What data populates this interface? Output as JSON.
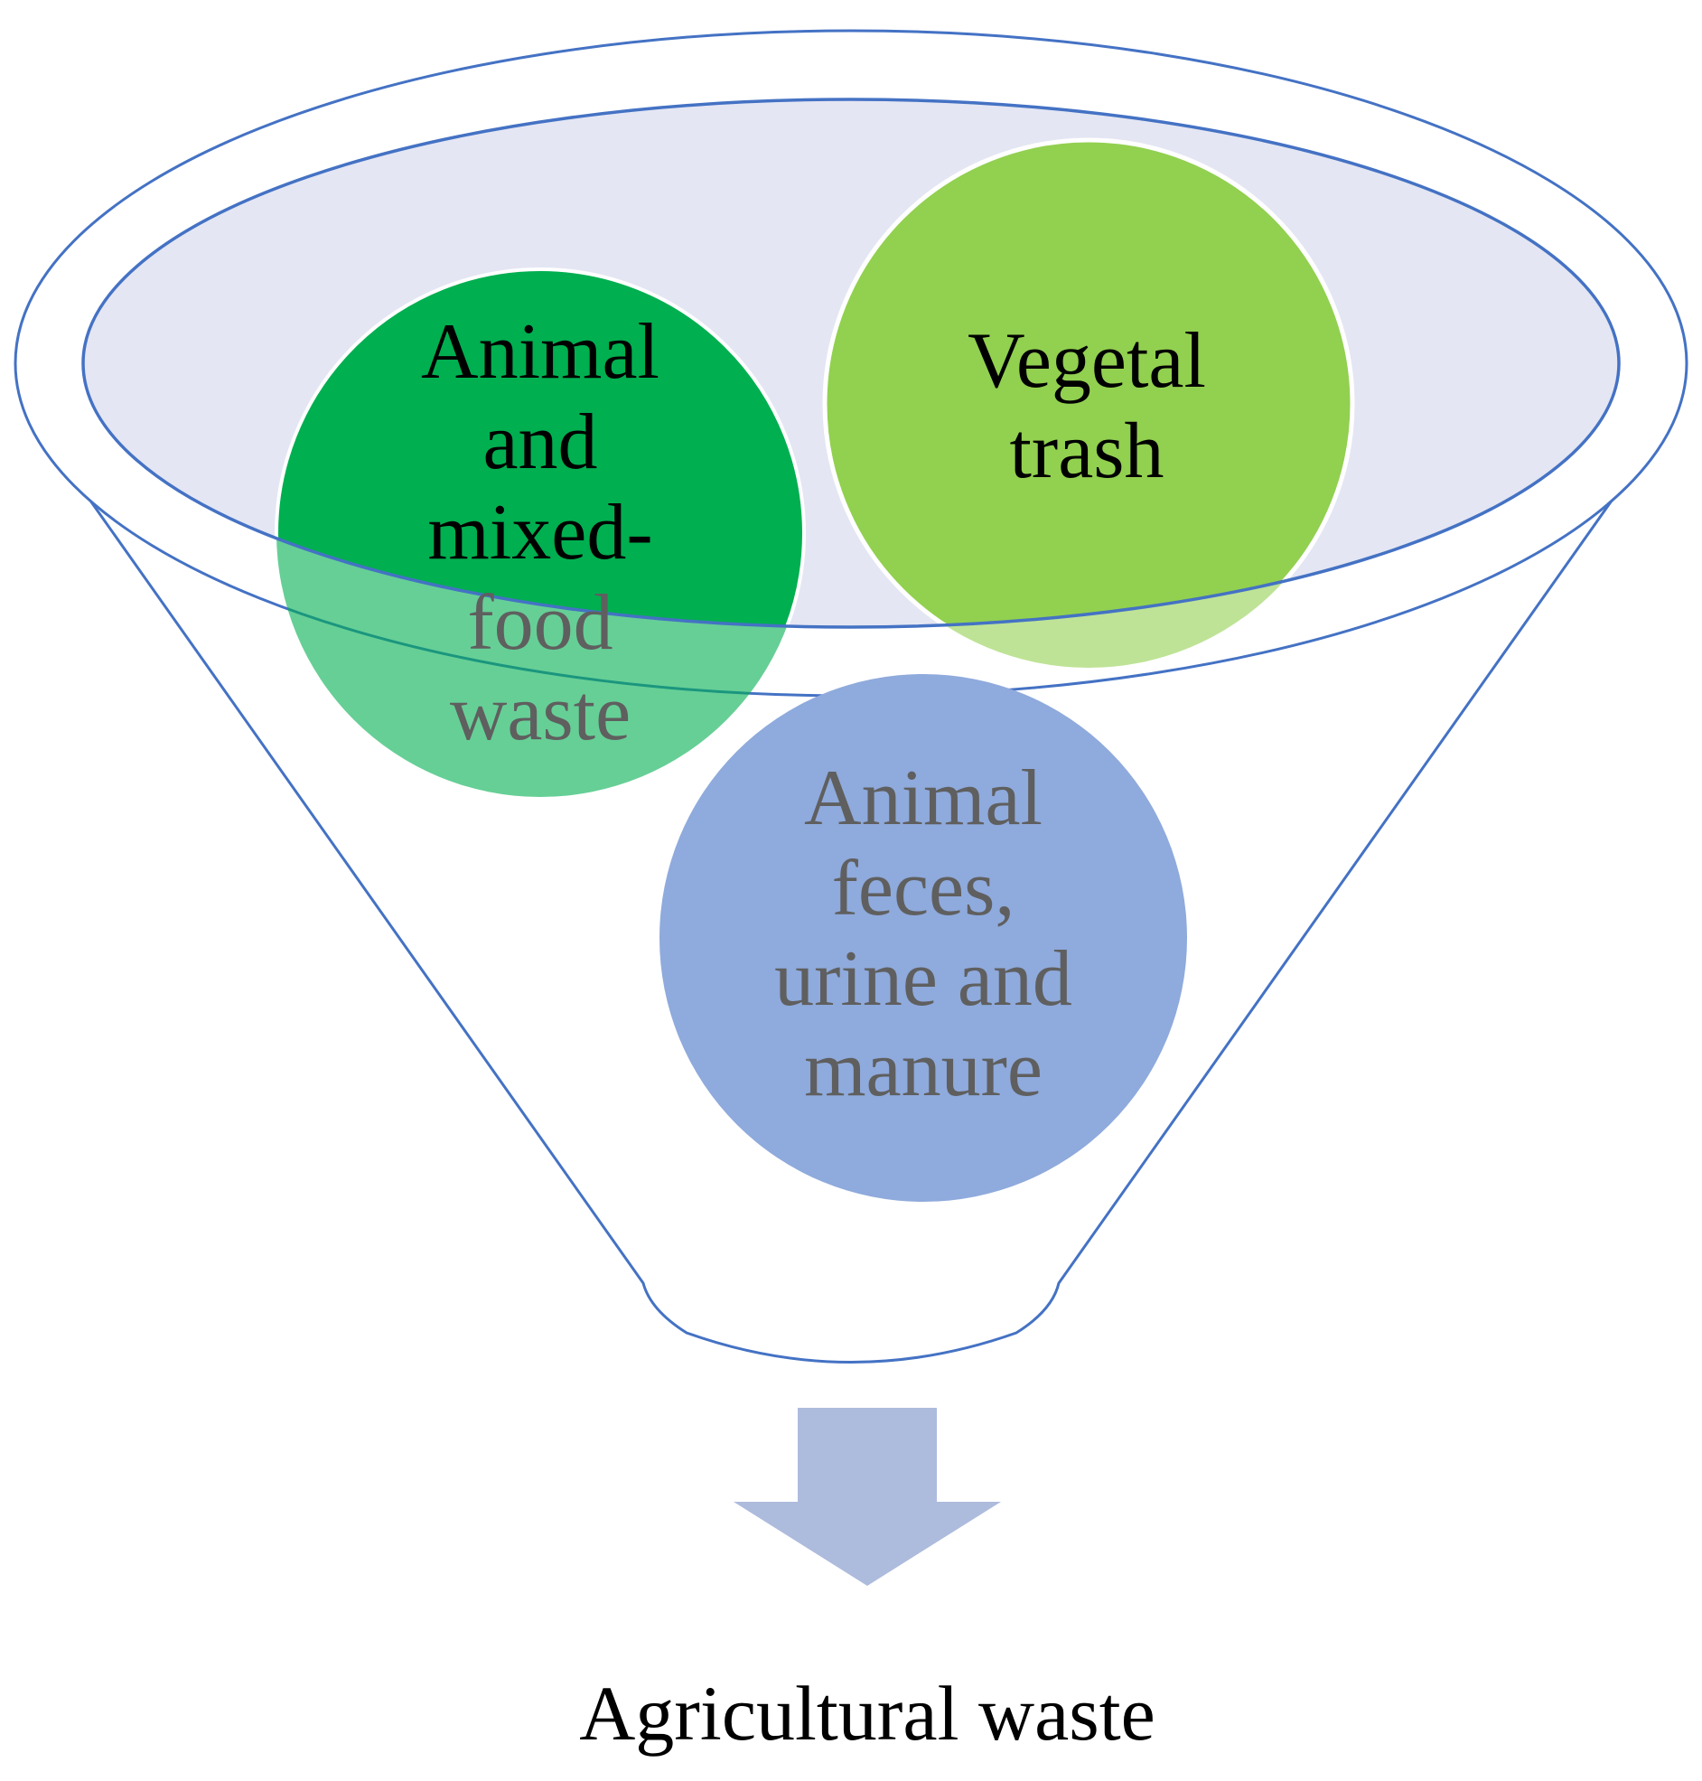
{
  "funnel": {
    "circles": [
      {
        "id": "animal-mixed-food-waste",
        "lines": [
          "Animal",
          "and",
          "mixed-",
          "food",
          "waste"
        ],
        "fill": "#00AF50",
        "text_color": "#000000"
      },
      {
        "id": "vegetal-trash",
        "lines": [
          "Vegetal",
          "trash"
        ],
        "fill": "#92D050",
        "text_color": "#000000"
      },
      {
        "id": "animal-feces-urine-manure",
        "lines": [
          "Animal",
          "feces,",
          "urine and",
          "manure"
        ],
        "fill": "#8FAADC",
        "text_color": "#5F5F5F"
      }
    ],
    "outline_color": "#4472C4",
    "inner_fill": "#E4E6F3"
  },
  "arrow": {
    "color": "#ADBBDD",
    "icon": "down-arrow-icon"
  },
  "output": {
    "label": "Agricultural waste"
  }
}
